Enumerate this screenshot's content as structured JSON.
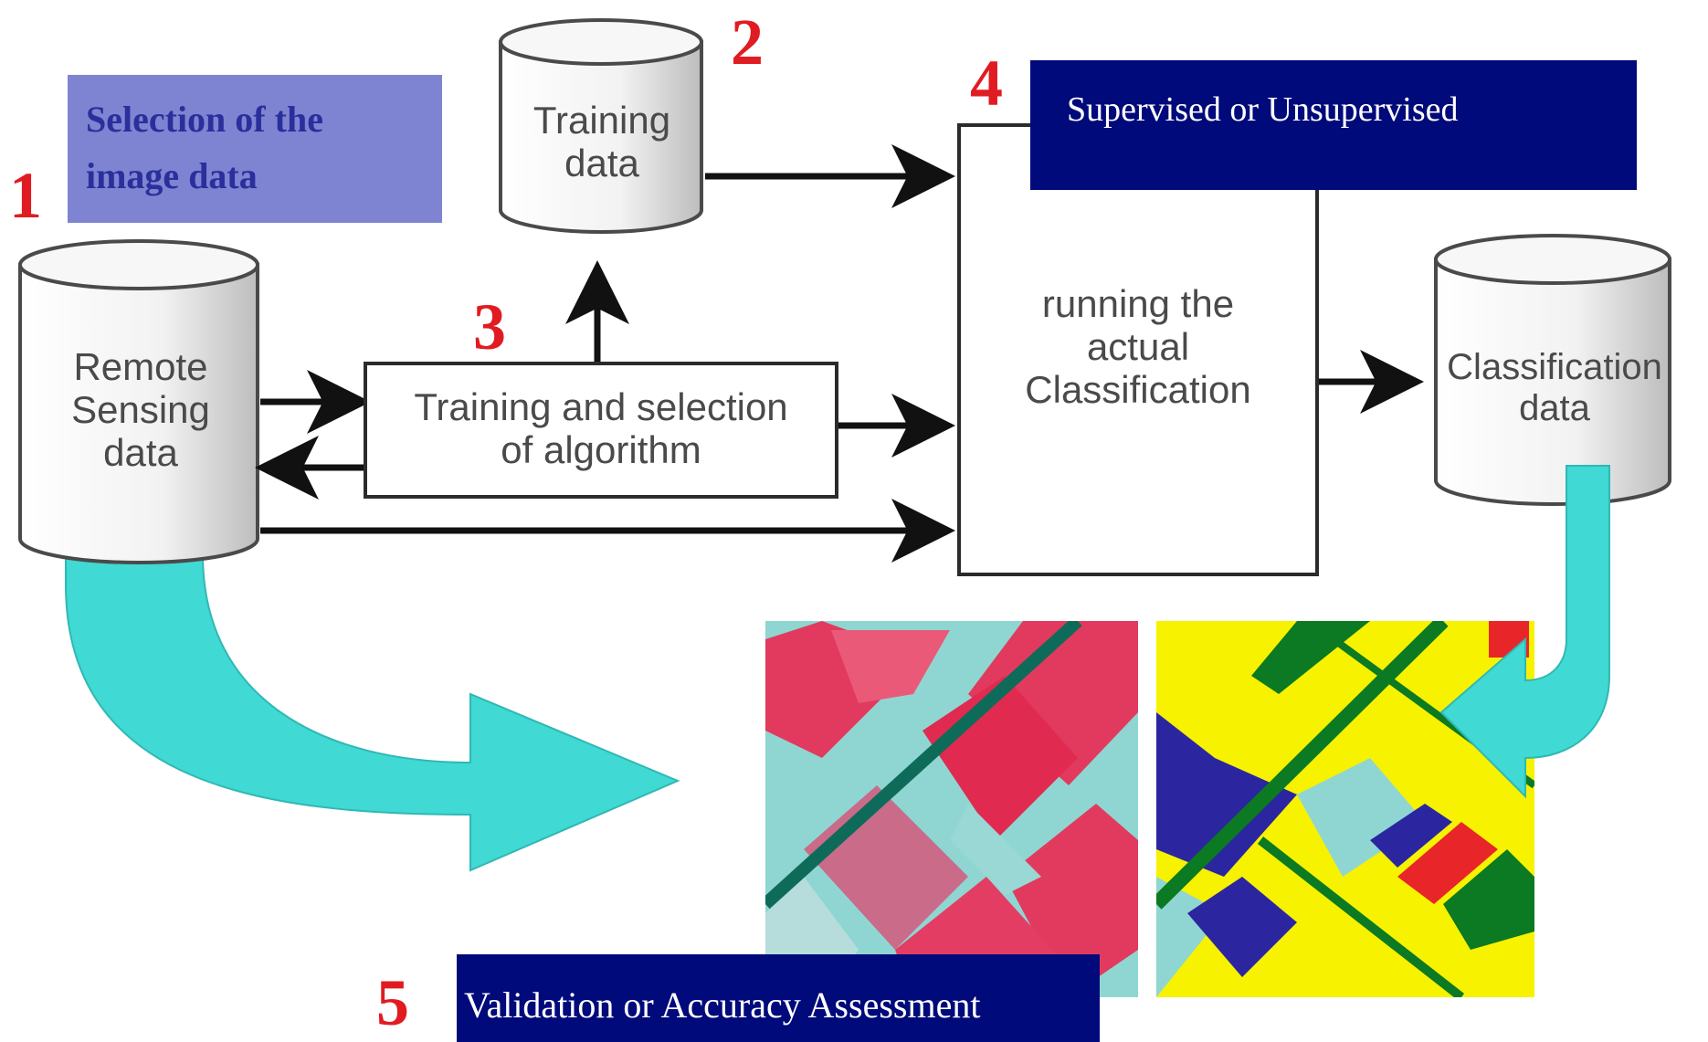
{
  "selection_box": {
    "line1": "Selection of the",
    "line2": "image data"
  },
  "remote_sensing": {
    "line1": "Remote",
    "line2": "Sensing",
    "line3": "data"
  },
  "training_data": {
    "line1": "Training",
    "line2": "data"
  },
  "training_box": {
    "line1": "Training and selection",
    "line2": "of algorithm"
  },
  "classification_box": {
    "line1": "running the",
    "line2": "actual",
    "line3": "Classification"
  },
  "classification_data": {
    "line1": "Classification",
    "line2": "data"
  },
  "supervised_banner": "Supervised or Unsupervised",
  "validation_banner": "Validation or Accuracy Assessment",
  "step_numbers": {
    "one": "1",
    "two": "2",
    "three": "3",
    "four": "4",
    "five": "5"
  },
  "colors": {
    "cyan_arrow": "#40d9d4",
    "banner": "#000a7a",
    "step_number": "#e11b22",
    "selection_box": "#7e84d2",
    "false_color_red": "#e23a5e",
    "false_color_teal": "#8fd6d2",
    "class_yellow": "#f6f200",
    "class_blue": "#2b26a0",
    "class_green": "#0b7a22",
    "class_red": "#e8262a"
  }
}
